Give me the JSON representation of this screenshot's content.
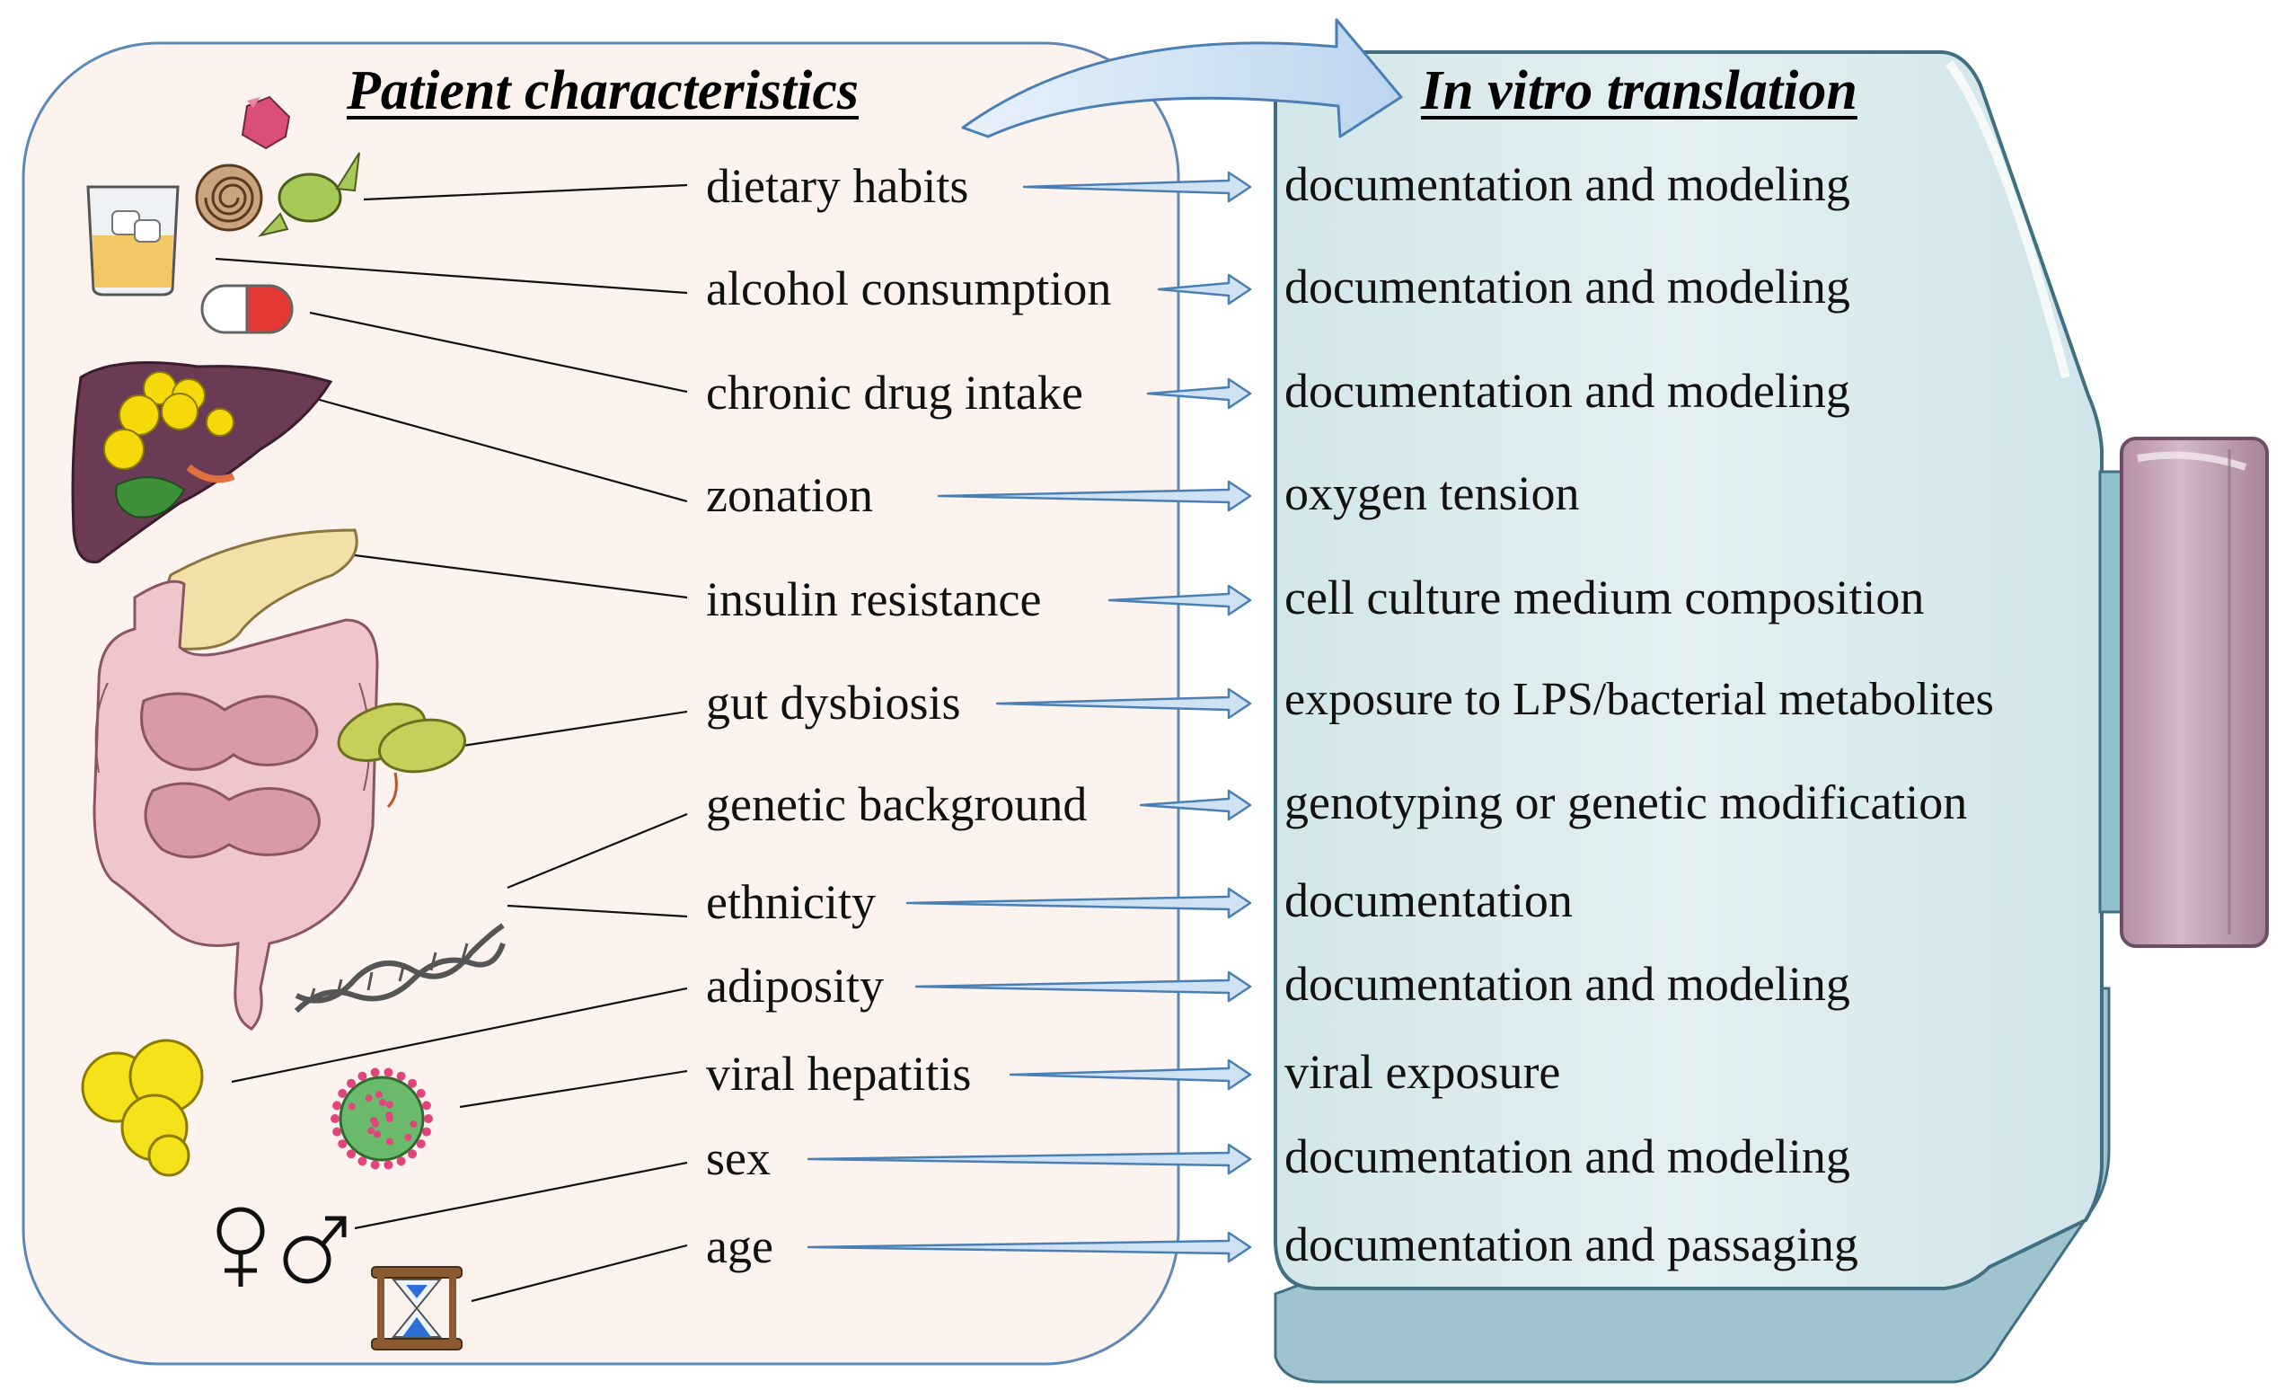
{
  "headings": {
    "left": "Patient characteristics",
    "right": "In vitro translation"
  },
  "rows": [
    {
      "characteristic": "dietary habits",
      "translation": "documentation and modeling"
    },
    {
      "characteristic": "alcohol consumption",
      "translation": "documentation and modeling"
    },
    {
      "characteristic": "chronic drug intake",
      "translation": "documentation and modeling"
    },
    {
      "characteristic": "zonation",
      "translation": "oxygen tension"
    },
    {
      "characteristic": "insulin resistance",
      "translation": "cell culture medium composition"
    },
    {
      "characteristic": "gut dysbiosis",
      "translation": "exposure to LPS/bacterial metabolites"
    },
    {
      "characteristic": "genetic background",
      "translation": "genotyping or genetic modification"
    },
    {
      "characteristic": "ethnicity",
      "translation": "documentation"
    },
    {
      "characteristic": "adiposity",
      "translation": "documentation and modeling"
    },
    {
      "characteristic": "viral hepatitis",
      "translation": "viral exposure"
    },
    {
      "characteristic": "sex",
      "translation": "documentation and modeling"
    },
    {
      "characteristic": "age",
      "translation": "documentation and passaging"
    }
  ],
  "icons": [
    "sweets-icon",
    "whiskey-glass-icon",
    "capsule-icon",
    "liver-icon",
    "pancreas-icon",
    "intestine-icon",
    "bacteria-icon",
    "dna-icon",
    "fat-cells-icon",
    "virus-icon",
    "sex-symbols-icon",
    "hourglass-icon",
    "culture-flask-icon",
    "curved-arrow-icon"
  ],
  "colors": {
    "patient_panel": "#fcf3ee",
    "flask_body": "#e0edf0",
    "flask_cap": "#c9a9bf",
    "arrow_fill": "#cfe2f3",
    "arrow_stroke": "#4a7fb5"
  }
}
